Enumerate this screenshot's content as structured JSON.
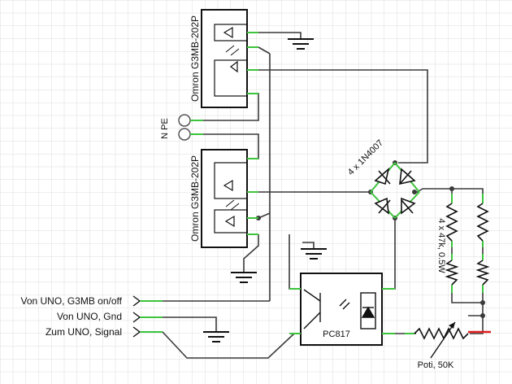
{
  "relay_top": {
    "label": "Omron G3MB-202P"
  },
  "relay_bottom": {
    "label": "Omron G3MB-202P"
  },
  "mains": {
    "label": "N PE"
  },
  "bridge": {
    "label": "4 x 1N4007"
  },
  "resistors": {
    "label": "4 x 47k, 0.5W"
  },
  "optocoupler": {
    "label": "PC817"
  },
  "pot": {
    "label": "Poti, 50K"
  },
  "inputs": {
    "g3mb": "Von UNO, G3MB on/off",
    "gnd": "Von UNO, Gnd",
    "signal": "Zum UNO, Signal"
  },
  "colors": {
    "wire": "#3a3a3a",
    "pin": "#3cc43c",
    "pot_end": "#e02020",
    "grid": "#dcdcdc"
  }
}
